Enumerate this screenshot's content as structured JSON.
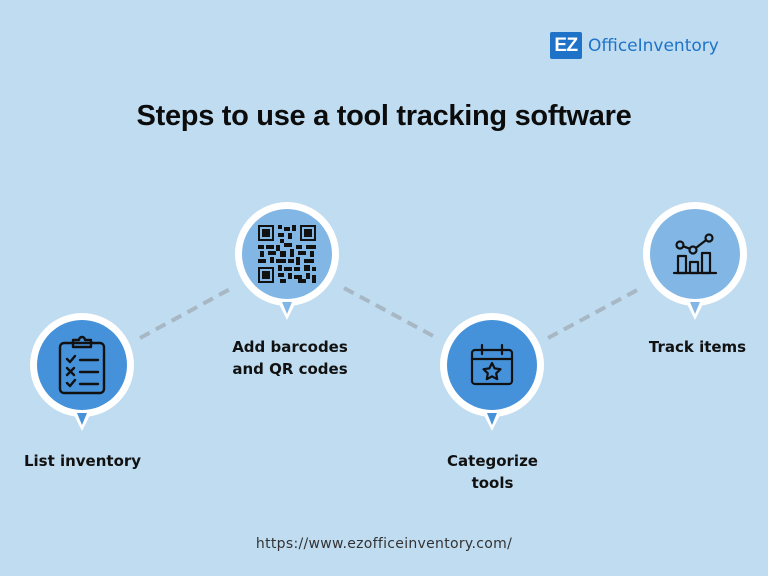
{
  "logo": {
    "badge": "EZ",
    "name": "OfficeInventory",
    "color": "#1e73c8"
  },
  "title": "Steps to use a tool tracking software",
  "steps": [
    {
      "label": "List inventory",
      "icon": "clipboard-checklist-icon",
      "color": "#4592da"
    },
    {
      "label": "Add barcodes and QR codes",
      "line1": "Add barcodes",
      "line2": "and QR codes",
      "icon": "qr-code-icon",
      "color": "#82b7e5"
    },
    {
      "label": "Categorize tools",
      "line1": "Categorize",
      "line2": "tools",
      "icon": "calendar-star-icon",
      "color": "#4592da"
    },
    {
      "label": "Track items",
      "icon": "bar-chart-trend-icon",
      "color": "#82b7e5"
    }
  ],
  "connector_color": "#a7b7c4",
  "background": "#bfdcf1",
  "footer_url": "https://www.ezofficeinventory.com/"
}
